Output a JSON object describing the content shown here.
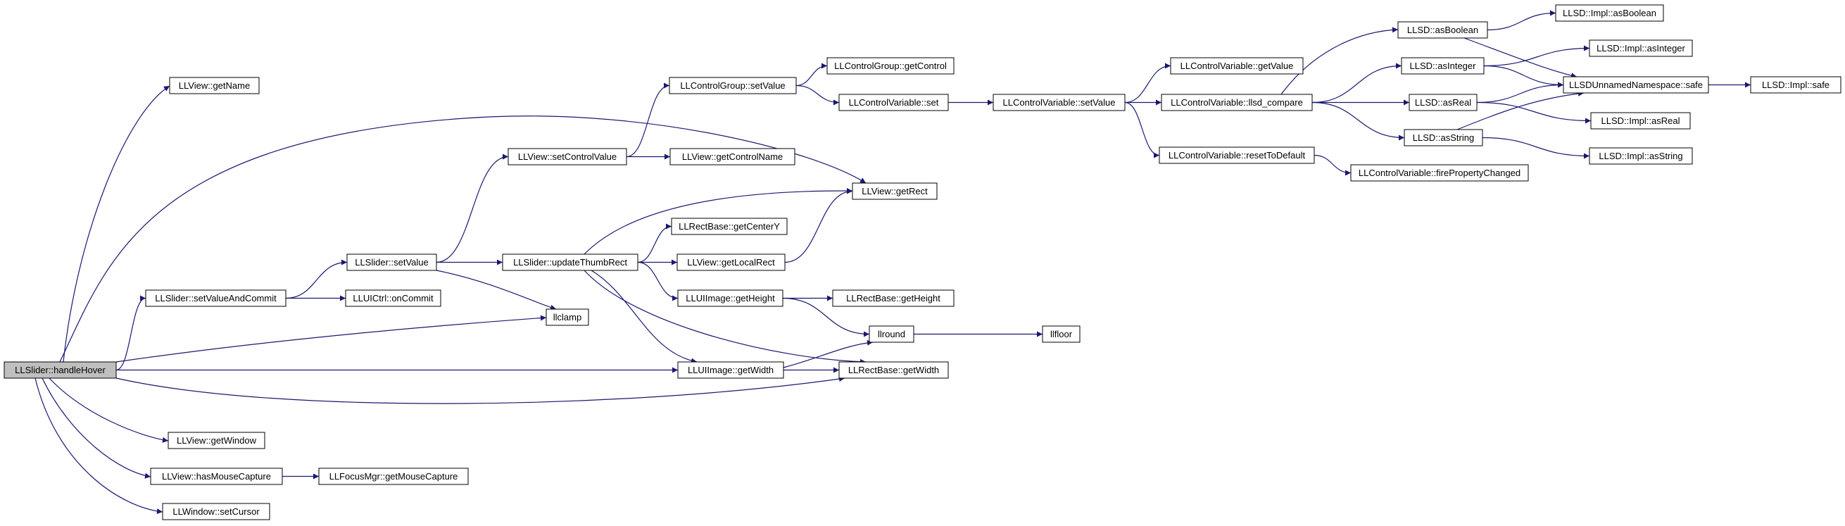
{
  "diagram": {
    "type": "call-graph",
    "root": "LLSlider::handleHover",
    "colors": {
      "edge": "#191970",
      "root_fill": "#bfbfbf",
      "node_fill": "#ffffff",
      "node_stroke": "#000000"
    },
    "nodes": [
      {
        "id": "n0",
        "label": "LLSlider::handleHover"
      },
      {
        "id": "n1",
        "label": "LLView::getName"
      },
      {
        "id": "n2",
        "label": "LLView::getRect"
      },
      {
        "id": "n3",
        "label": "LLSlider::setValueAndCommit"
      },
      {
        "id": "n4",
        "label": "LLSlider::setValue"
      },
      {
        "id": "n5",
        "label": "LLUICtrl::onCommit"
      },
      {
        "id": "n6",
        "label": "llclamp"
      },
      {
        "id": "n7",
        "label": "LLUIImage::getWidth"
      },
      {
        "id": "n8",
        "label": "LLRectBase::getWidth"
      },
      {
        "id": "n9",
        "label": "LLView::getWindow"
      },
      {
        "id": "n10",
        "label": "LLView::hasMouseCapture"
      },
      {
        "id": "n11",
        "label": "LLFocusMgr::getMouseCapture"
      },
      {
        "id": "n12",
        "label": "LLWindow::setCursor"
      },
      {
        "id": "n13",
        "label": "LLView::setControlValue"
      },
      {
        "id": "n14",
        "label": "LLSlider::updateThumbRect"
      },
      {
        "id": "n15",
        "label": "LLControlGroup::setValue"
      },
      {
        "id": "n16",
        "label": "LLView::getControlName"
      },
      {
        "id": "n17",
        "label": "LLControlGroup::getControl"
      },
      {
        "id": "n18",
        "label": "LLControlVariable::set"
      },
      {
        "id": "n19",
        "label": "LLControlVariable::setValue"
      },
      {
        "id": "n20",
        "label": "LLControlVariable::getValue"
      },
      {
        "id": "n21",
        "label": "LLControlVariable::llsd_compare"
      },
      {
        "id": "n22",
        "label": "LLControlVariable::resetToDefault"
      },
      {
        "id": "n23",
        "label": "LLControlVariable::firePropertyChanged"
      },
      {
        "id": "n24",
        "label": "LLSD::asBoolean"
      },
      {
        "id": "n25",
        "label": "LLSD::asInteger"
      },
      {
        "id": "n26",
        "label": "LLSD::asReal"
      },
      {
        "id": "n27",
        "label": "LLSD::asString"
      },
      {
        "id": "n28",
        "label": "LLSD::Impl::asBoolean"
      },
      {
        "id": "n29",
        "label": "LLSD::Impl::asInteger"
      },
      {
        "id": "n30",
        "label": "LLSDUnnamedNamespace::safe"
      },
      {
        "id": "n31",
        "label": "LLSD::Impl::safe"
      },
      {
        "id": "n32",
        "label": "LLSD::Impl::asReal"
      },
      {
        "id": "n33",
        "label": "LLSD::Impl::asString"
      },
      {
        "id": "n34",
        "label": "LLRectBase::getCenterY"
      },
      {
        "id": "n35",
        "label": "LLView::getLocalRect"
      },
      {
        "id": "n36",
        "label": "LLUIImage::getHeight"
      },
      {
        "id": "n37",
        "label": "LLRectBase::getHeight"
      },
      {
        "id": "n38",
        "label": "llround"
      },
      {
        "id": "n39",
        "label": "llfloor"
      }
    ],
    "edges": [
      [
        "n0",
        "n1"
      ],
      [
        "n0",
        "n2"
      ],
      [
        "n0",
        "n3"
      ],
      [
        "n0",
        "n6"
      ],
      [
        "n0",
        "n7"
      ],
      [
        "n0",
        "n8"
      ],
      [
        "n0",
        "n9"
      ],
      [
        "n0",
        "n10"
      ],
      [
        "n0",
        "n12"
      ],
      [
        "n3",
        "n4"
      ],
      [
        "n3",
        "n5"
      ],
      [
        "n4",
        "n13"
      ],
      [
        "n4",
        "n14"
      ],
      [
        "n4",
        "n6"
      ],
      [
        "n13",
        "n15"
      ],
      [
        "n13",
        "n16"
      ],
      [
        "n15",
        "n17"
      ],
      [
        "n15",
        "n18"
      ],
      [
        "n18",
        "n19"
      ],
      [
        "n19",
        "n20"
      ],
      [
        "n19",
        "n21"
      ],
      [
        "n19",
        "n22"
      ],
      [
        "n22",
        "n23"
      ],
      [
        "n21",
        "n24"
      ],
      [
        "n21",
        "n25"
      ],
      [
        "n21",
        "n26"
      ],
      [
        "n21",
        "n27"
      ],
      [
        "n24",
        "n28"
      ],
      [
        "n24",
        "n30"
      ],
      [
        "n25",
        "n29"
      ],
      [
        "n25",
        "n30"
      ],
      [
        "n26",
        "n30"
      ],
      [
        "n26",
        "n32"
      ],
      [
        "n27",
        "n30"
      ],
      [
        "n27",
        "n33"
      ],
      [
        "n30",
        "n31"
      ],
      [
        "n14",
        "n2"
      ],
      [
        "n14",
        "n34"
      ],
      [
        "n14",
        "n35"
      ],
      [
        "n14",
        "n36"
      ],
      [
        "n14",
        "n7"
      ],
      [
        "n14",
        "n8"
      ],
      [
        "n35",
        "n2"
      ],
      [
        "n36",
        "n37"
      ],
      [
        "n36",
        "n38"
      ],
      [
        "n7",
        "n38"
      ],
      [
        "n7",
        "n8"
      ],
      [
        "n38",
        "n39"
      ],
      [
        "n10",
        "n11"
      ]
    ]
  }
}
